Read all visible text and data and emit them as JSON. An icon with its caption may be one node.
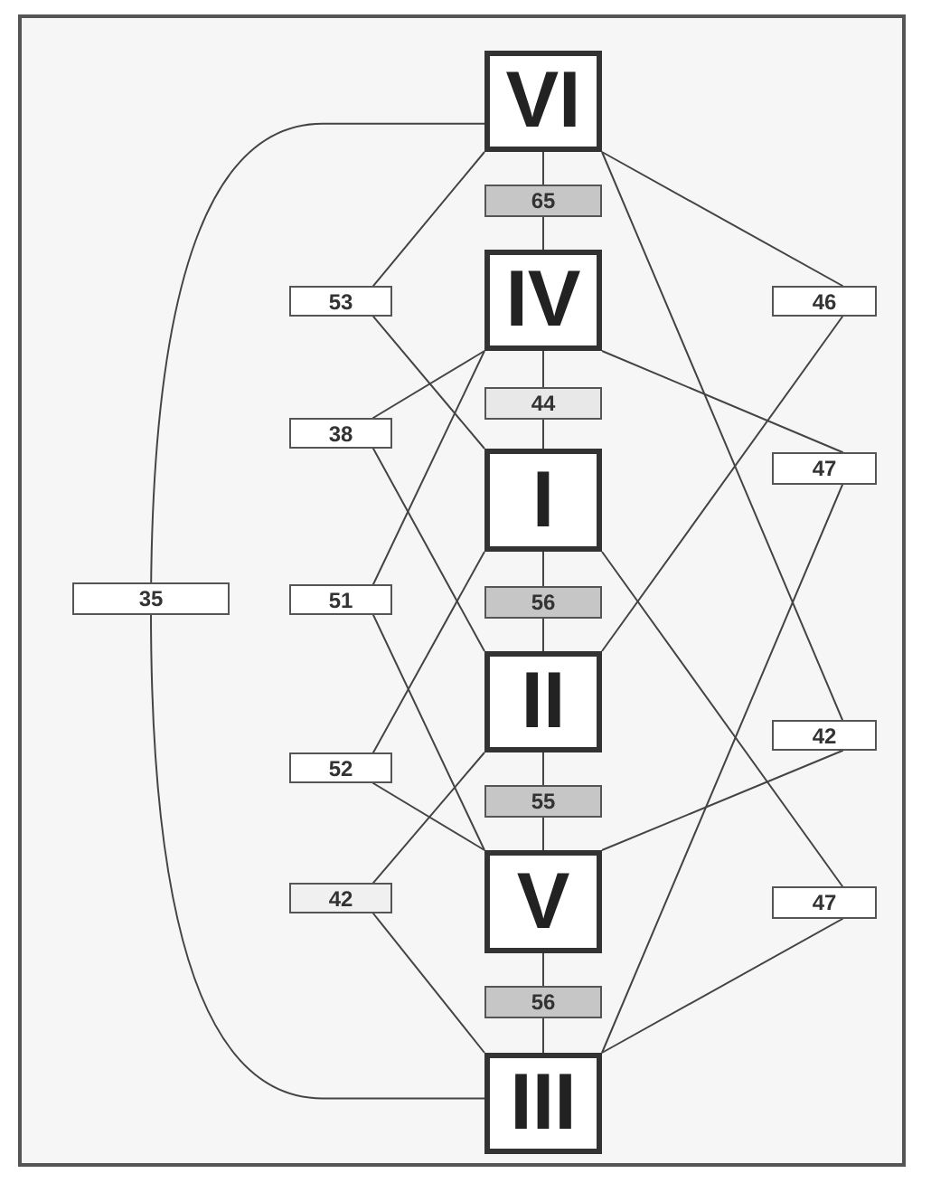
{
  "diagram": {
    "nodes": [
      {
        "text": [
          "VI"
        ]
      },
      {
        "text": [
          "IV"
        ]
      },
      {
        "text": [
          "I"
        ]
      },
      {
        "text": [
          "II"
        ]
      },
      {
        "text": [
          "V"
        ]
      },
      {
        "text": [
          "III"
        ]
      }
    ],
    "edges": [
      {
        "from": 0,
        "to": 1,
        "arrow": "none",
        "label": "65"
      },
      {
        "from": 0,
        "to": 2,
        "arrow": "none",
        "label": "53"
      },
      {
        "from": 0,
        "to": 3,
        "arrow": "none",
        "label": "46"
      },
      {
        "from": 0,
        "to": 4,
        "arrow": "none",
        "label": "42"
      },
      {
        "from": 0,
        "to": 5,
        "arrow": "none",
        "label": "35"
      },
      {
        "from": 1,
        "to": 2,
        "arrow": "none",
        "label": "44"
      },
      {
        "from": 1,
        "to": 3,
        "arrow": "none",
        "label": "38"
      },
      {
        "from": 1,
        "to": 4,
        "arrow": "none",
        "label": "51"
      },
      {
        "from": 1,
        "to": 5,
        "arrow": "none",
        "label": "47"
      },
      {
        "from": 2,
        "to": 3,
        "arrow": "none",
        "label": "56"
      },
      {
        "from": 2,
        "to": 4,
        "arrow": "none",
        "label": "52"
      },
      {
        "from": 2,
        "to": 5,
        "arrow": "none",
        "label": "47"
      },
      {
        "from": 3,
        "to": 4,
        "arrow": "none",
        "label": "55"
      },
      {
        "from": 3,
        "to": 5,
        "arrow": "none",
        "label": "42"
      },
      {
        "from": 4,
        "to": 5,
        "arrow": "none",
        "label": "56"
      }
    ]
  }
}
